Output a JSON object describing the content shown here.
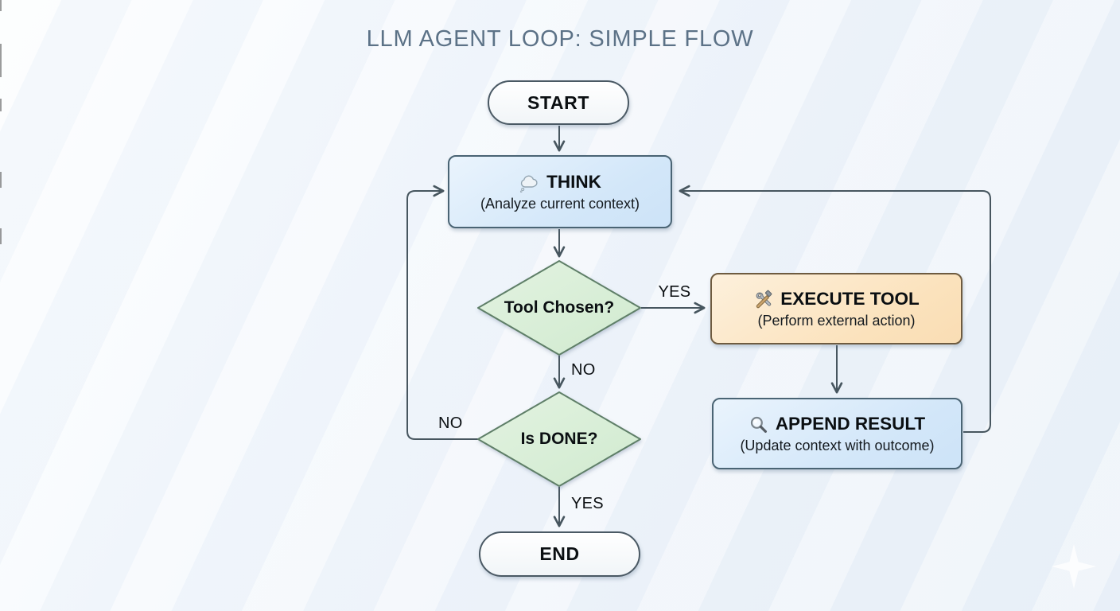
{
  "title": "LLM AGENT LOOP: SIMPLE FLOW",
  "colors": {
    "title_text": "#5c7287",
    "connector": "#47565f",
    "process_blue_fill": "#d3e7f9",
    "process_blue_border": "#4a6474",
    "process_orange_fill": "#fbe2bc",
    "process_orange_border": "#6e5b40",
    "decision_green_fill": "#d8eed7",
    "decision_green_border": "#5f7f68",
    "terminal_fill": "#f7fafc",
    "terminal_border": "#4a5964"
  },
  "nodes": {
    "start": {
      "label": "START"
    },
    "think": {
      "icon": "thought-balloon-icon",
      "title": "THINK",
      "subtitle": "(Analyze current context)"
    },
    "tool_chosen": {
      "label": "Tool Chosen?"
    },
    "execute": {
      "icon": "hammer-wrench-icon",
      "title": "EXECUTE TOOL",
      "subtitle": "(Perform external action)"
    },
    "append": {
      "icon": "magnifier-icon",
      "title": "APPEND RESULT",
      "subtitle": "(Update context with outcome)"
    },
    "is_done": {
      "label": "Is DONE?"
    },
    "end": {
      "label": "END"
    }
  },
  "edge_labels": {
    "tool_yes": "YES",
    "tool_no": "NO",
    "done_no": "NO",
    "done_yes": "YES"
  }
}
